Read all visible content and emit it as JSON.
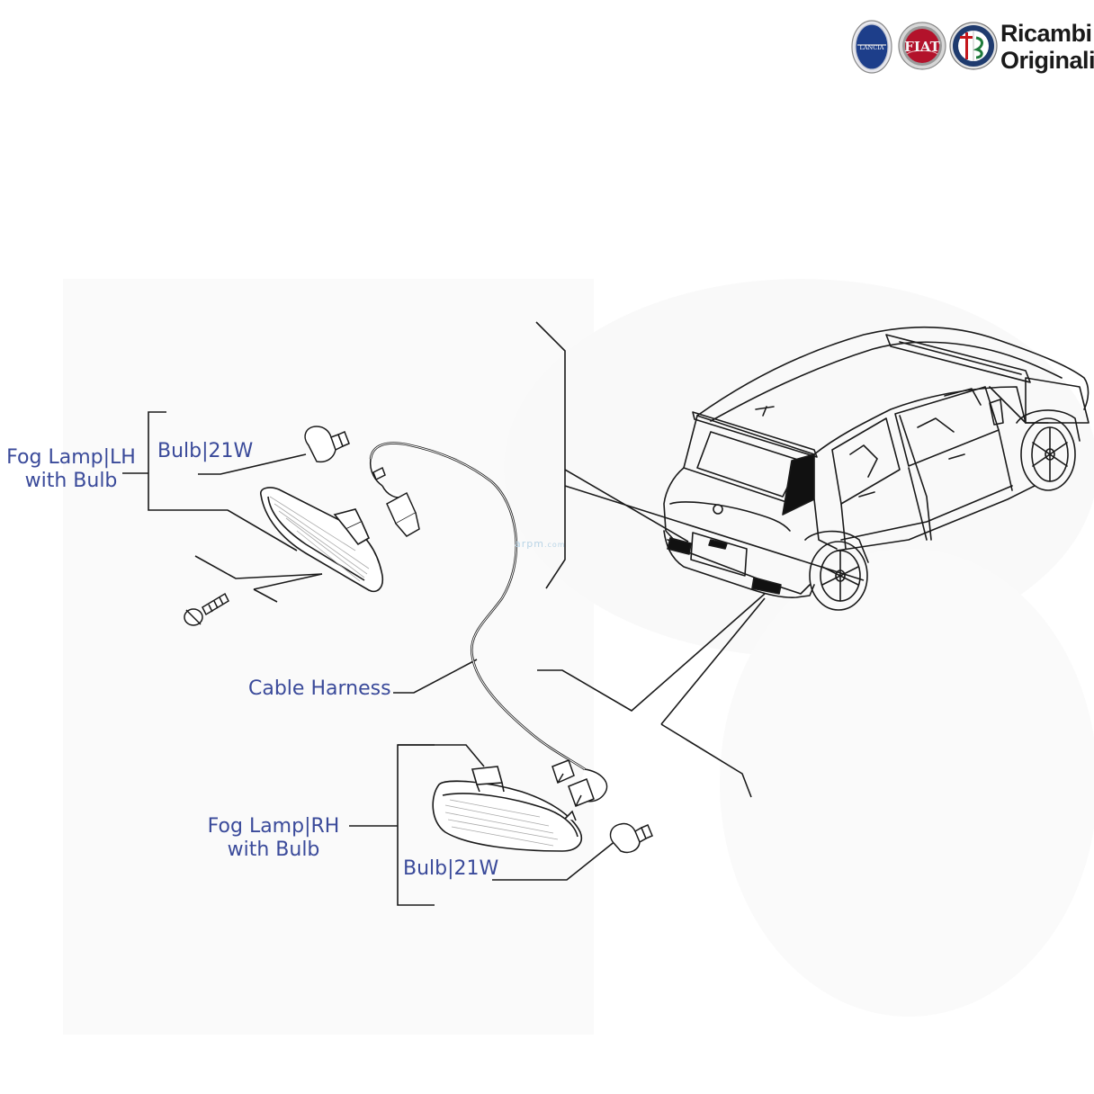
{
  "brand": {
    "line1": "Ricambi",
    "line2": "Originali",
    "logos": [
      "lancia-logo",
      "fiat-logo",
      "alfa-romeo-logo"
    ],
    "lancia_text": "LANCIA",
    "fiat_text": "FIAT"
  },
  "watermark": {
    "main": "arpm",
    "suffix": ".com"
  },
  "labels": {
    "fog_lamp_lh_line1": "Fog Lamp|LH",
    "fog_lamp_lh_line2": "with Bulb",
    "bulb_lh": "Bulb|21W",
    "cable_harness": "Cable Harness",
    "fog_lamp_rh_line1": "Fog Lamp|RH",
    "fog_lamp_rh_line2": "with Bulb",
    "bulb_rh": "Bulb|21W"
  },
  "colors": {
    "label_text": "#3a4a9a",
    "line_art": "#1a1a1a",
    "fiat_red": "#b3122b",
    "lancia_blue": "#1d3e8a",
    "alfa_green": "#1e7a3a",
    "alfa_red": "#c4161c"
  }
}
